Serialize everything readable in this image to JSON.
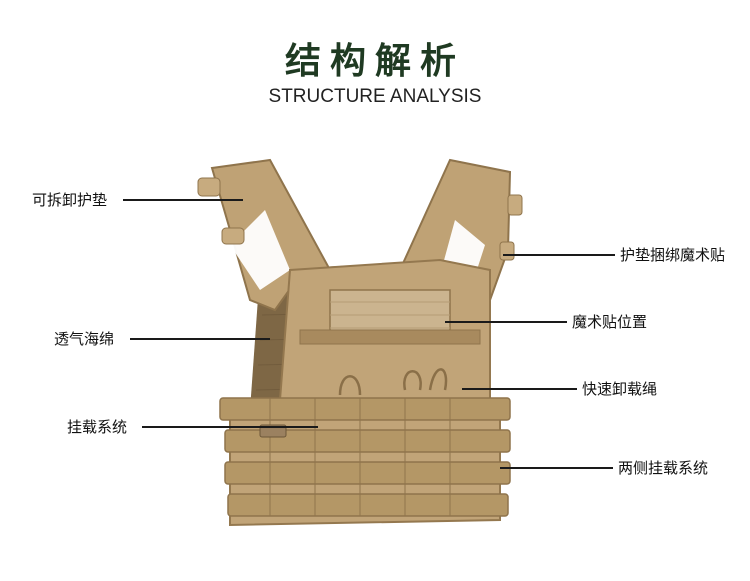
{
  "title": {
    "cn": "结构解析",
    "en": "STRUCTURE ANALYSIS"
  },
  "image": {
    "subject": "tactical-plate-carrier-vest",
    "colors": {
      "coyote": "#bfa275",
      "coyote_dark": "#a4865a",
      "coyote_light": "#cdb189",
      "velcro": "#c8b28e",
      "mesh": "#7e6745"
    }
  },
  "labels": {
    "detachable_pad": "可拆卸护垫",
    "breathable_sponge": "透气海绵",
    "molle_system": "挂载系统",
    "pad_velcro": "护垫捆绑魔术贴",
    "velcro_position": "魔术贴位置",
    "quick_release_cord": "快速卸载绳",
    "side_molle": "两侧挂载系统"
  }
}
